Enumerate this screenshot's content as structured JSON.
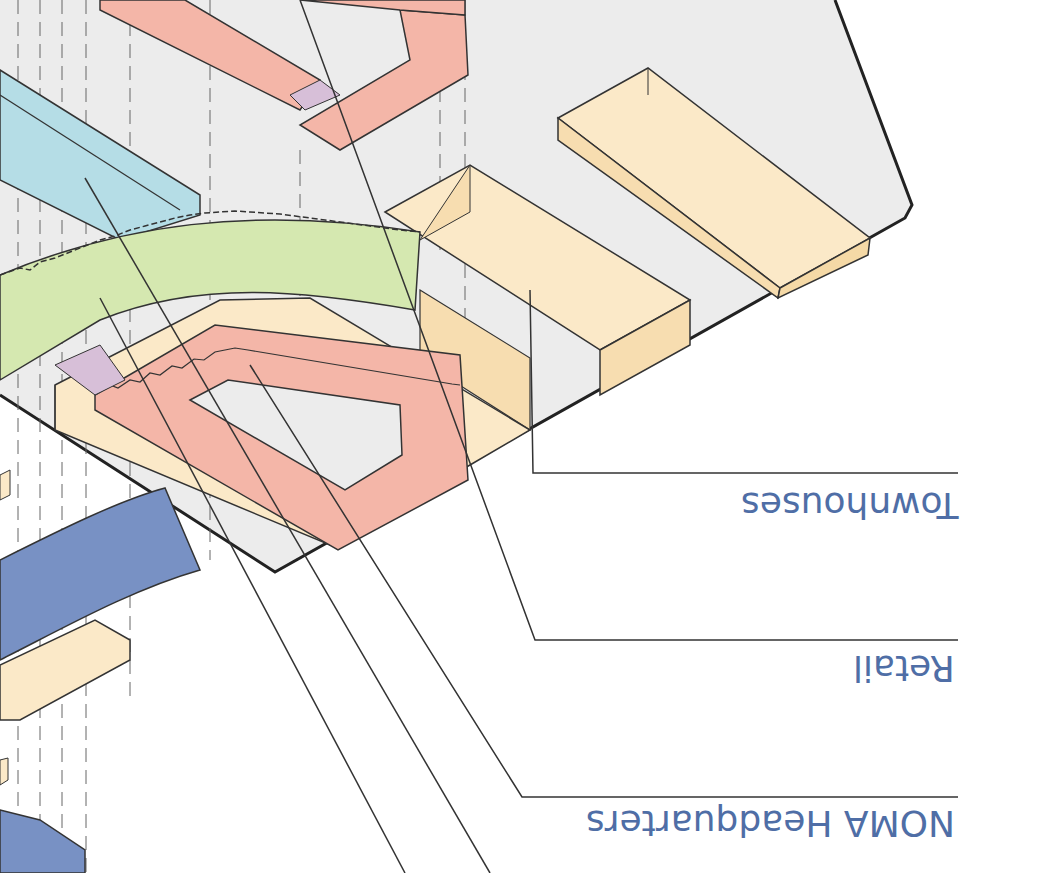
{
  "diagram": {
    "labels": [
      "Townhouses",
      "Retail",
      "NOMA Headquarters"
    ]
  }
}
